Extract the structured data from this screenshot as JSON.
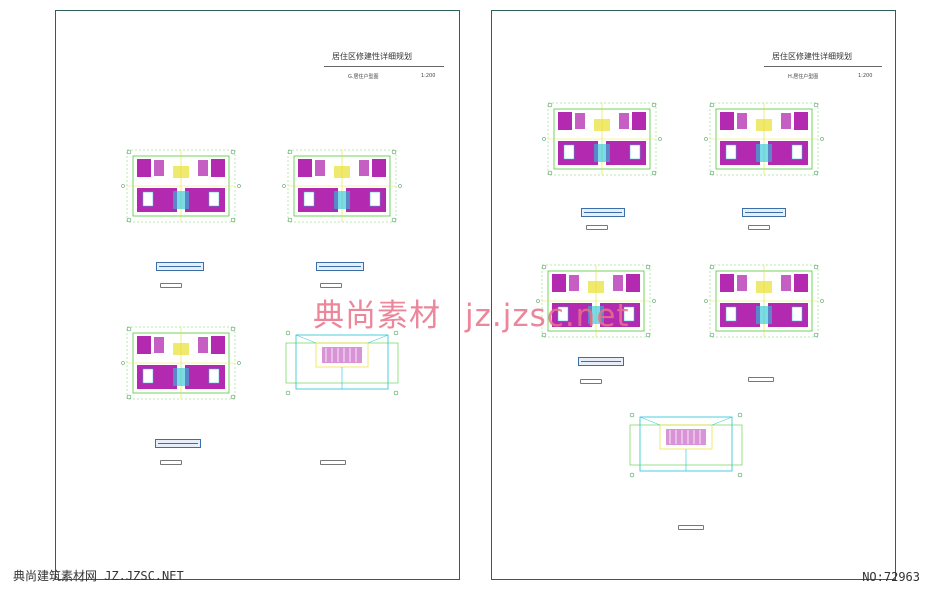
{
  "left_sheet": {
    "title": "居住区修建性详细规划",
    "subtitle": "G.居住户型图",
    "scale": "1:200"
  },
  "right_sheet": {
    "title": "居住区修建性详细规划",
    "subtitle": "H.居住户型图",
    "scale": "1:200"
  },
  "watermark": {
    "chinese": "典尚素材",
    "latin": "jz.jzsc.net",
    "color": "#e9728a"
  },
  "footer": {
    "left": "典尚建筑素材网 JZ.JZSC.NET",
    "right": "NO:72963"
  },
  "colors": {
    "border": "#2f5f5a",
    "cad_magenta": "#b32ab0",
    "cad_green": "#4fcc3a",
    "cad_yellow": "#e8e030",
    "cad_cyan": "#22c4d8"
  }
}
